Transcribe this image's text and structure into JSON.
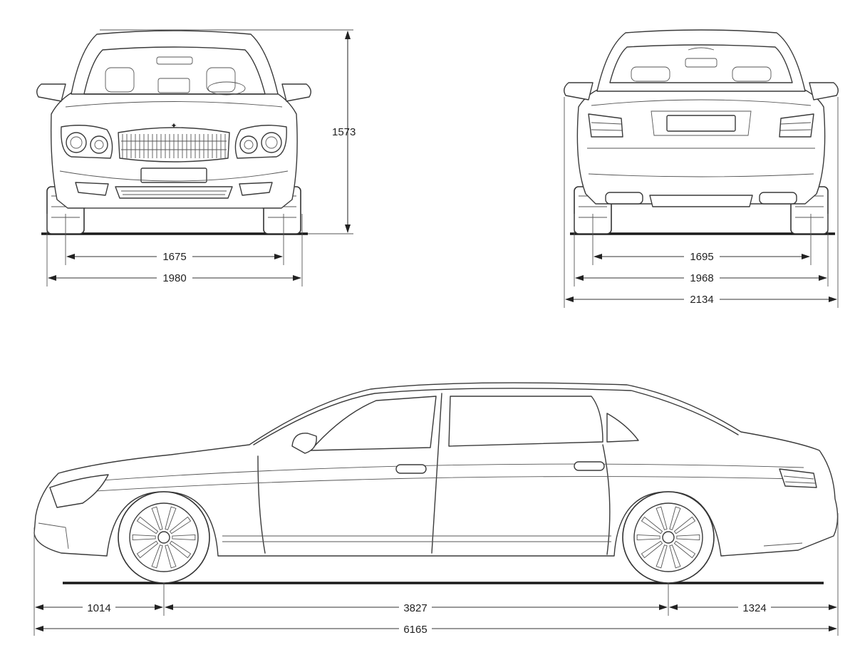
{
  "dimensions": {
    "front_height": "1573",
    "front_track": "1675",
    "front_width": "1980",
    "rear_track": "1695",
    "rear_width": "1968",
    "rear_mirror_width": "2134",
    "front_overhang": "1014",
    "wheelbase": "3827",
    "rear_overhang": "1324",
    "overall_length": "6165"
  }
}
